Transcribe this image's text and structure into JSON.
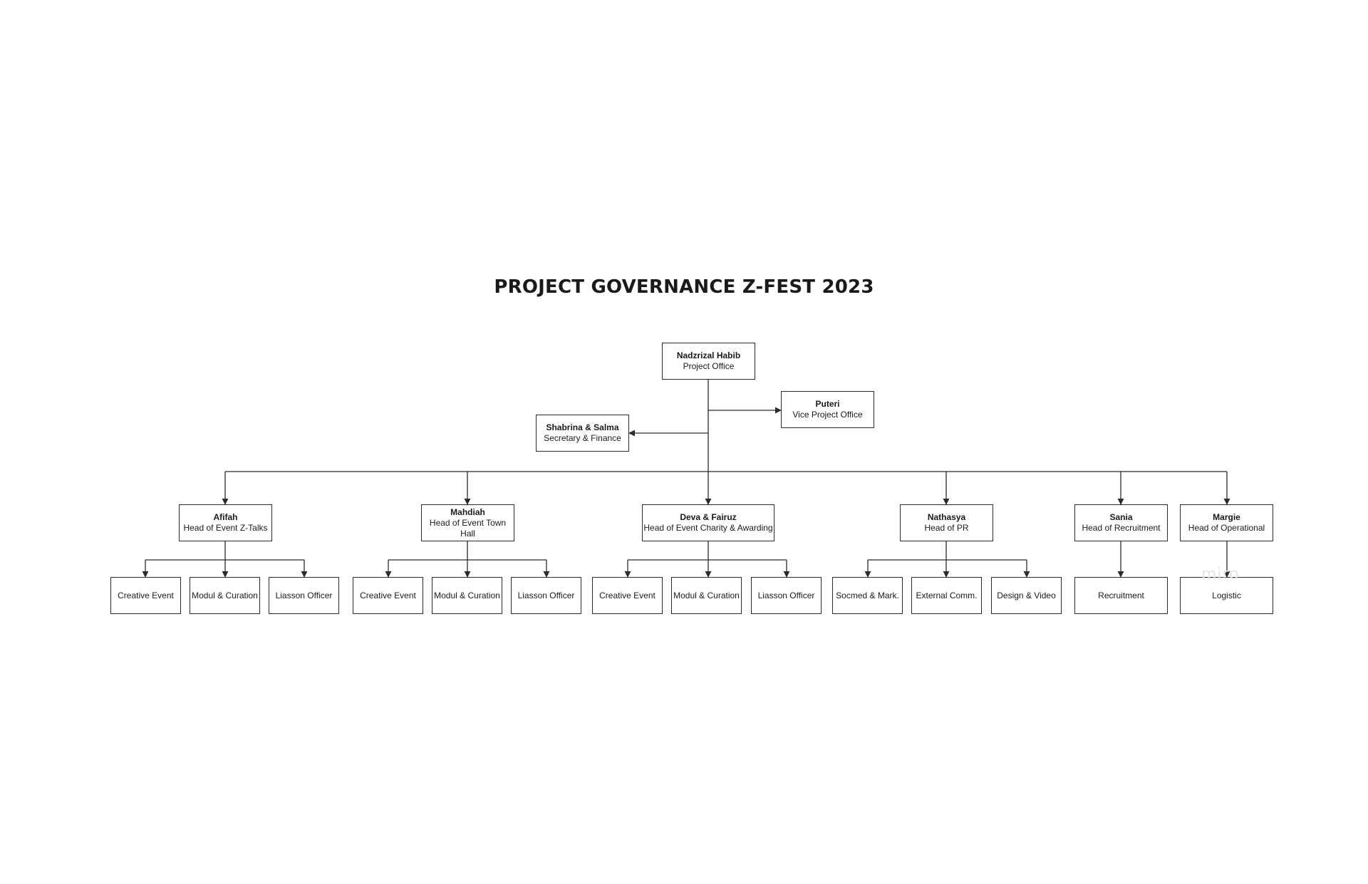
{
  "title": "PROJECT GOVERNANCE Z-FEST 2023",
  "watermark": "miro",
  "top": {
    "name": "Nadzrizal Habib",
    "role": "Project Office"
  },
  "vice": {
    "name": "Puteri",
    "role": "Vice Project Office"
  },
  "secretary": {
    "name": "Shabrina & Salma",
    "role": "Secretary & Finance"
  },
  "heads": [
    {
      "name": "Afifah",
      "role": "Head of Event Z-Talks",
      "teams": [
        "Creative Event",
        "Modul & Curation",
        "Liasson Officer"
      ]
    },
    {
      "name": "Mahdiah",
      "role": "Head of Event Town Hall",
      "teams": [
        "Creative Event",
        "Modul & Curation",
        "Liasson Officer"
      ]
    },
    {
      "name": "Deva & Fairuz",
      "role": "Head of Event Charity & Awarding",
      "teams": [
        "Creative Event",
        "Modul & Curation",
        "Liasson Officer"
      ]
    },
    {
      "name": "Nathasya",
      "role": "Head of PR",
      "teams": [
        "Socmed & Mark.",
        "External Comm.",
        "Design & Video"
      ]
    },
    {
      "name": "Sania",
      "role": "Head of Recruitment",
      "teams": [
        "Recruitment"
      ]
    },
    {
      "name": "Margie",
      "role": "Head of Operational",
      "teams": [
        "Logistic"
      ]
    }
  ],
  "colors": {
    "line": "#2b2b2b",
    "text": "#1a1a1a",
    "background": "#ffffff"
  }
}
